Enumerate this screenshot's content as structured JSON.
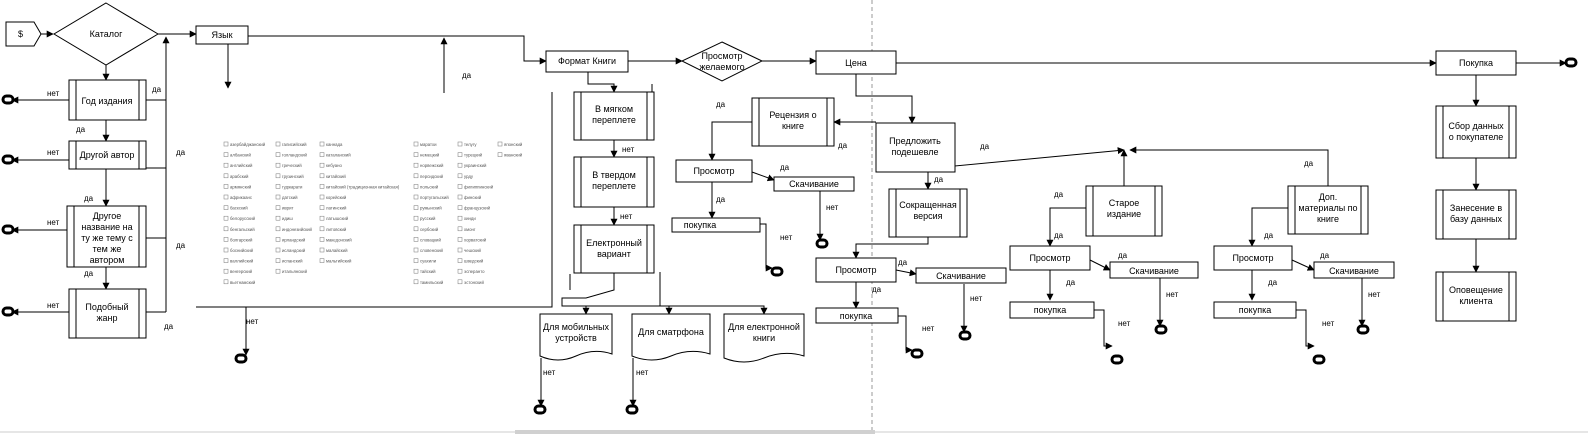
{
  "nodes": {
    "start": "$",
    "catalog": "Каталог",
    "year": "Год издания",
    "other_author": "Другой автор",
    "same_theme": [
      "Другое",
      "название на",
      "ту же тему с",
      "тем же",
      "автором"
    ],
    "similar_genre": [
      "Подобный",
      "жанр"
    ],
    "language": "Язык",
    "book_format": "Формат Книги",
    "view_wish": [
      "Просмотр",
      "желаемого"
    ],
    "price": "Цена",
    "purchase": "Покупка",
    "paperback": [
      "В мягком",
      "переплете"
    ],
    "hardcover": [
      "В твердом",
      "переплете"
    ],
    "electronic": [
      "Електронный",
      "вариант"
    ],
    "mobile": [
      "Для мобильных",
      "устройств"
    ],
    "smartphone": [
      "Для сматрфона"
    ],
    "ebook": [
      "Для електронной",
      "книги"
    ],
    "review": [
      "Рецензия о",
      "книге"
    ],
    "view": "Просмотр",
    "download": "Скачивание",
    "buy": "покупка",
    "suggest_cheaper": [
      "Предложить",
      "подешевле"
    ],
    "short_version": [
      "Сокращенная",
      "версия"
    ],
    "old_edition": [
      "Старое",
      "издание"
    ],
    "extra_materials": [
      "Доп.",
      "материалы по",
      "книге"
    ],
    "collect_data": [
      "Сбор данных",
      "о покупателе"
    ],
    "db_entry": [
      "Занесение в",
      "базу данных"
    ],
    "notify": [
      "Оповещение",
      "клиента"
    ]
  },
  "edge_labels": {
    "yes": "да",
    "no": "нет"
  },
  "languages": [
    [
      "азербайджанский",
      "албанский",
      "английский",
      "арабский",
      "армянский",
      "африкаанс",
      "баскский",
      "белорусский",
      "бенгальский",
      "болгарский",
      "боснийский",
      "валлийский",
      "венгерский",
      "вьетнамский"
    ],
    [
      "галисийский",
      "голландский",
      "греческий",
      "грузинский",
      "гуджарати",
      "датский",
      "иврит",
      "идиш",
      "индонезийский",
      "ирландский",
      "исландский",
      "испанский",
      "итальянский"
    ],
    [
      "каннада",
      "каталанский",
      "кебуано",
      "китайский",
      "китайский (традиционная китайская)",
      "корейский",
      "латинский",
      "латышский",
      "литовский",
      "македонский",
      "малайский",
      "мальтийский"
    ],
    [
      "маратхи",
      "немецкий",
      "норвежский",
      "персидский",
      "польский",
      "португальский",
      "румынский",
      "русский",
      "сербский",
      "словацкий",
      "словенский",
      "суахили",
      "тайский",
      "тамильский"
    ],
    [
      "телугу",
      "турецкий",
      "украинский",
      "урду",
      "филиппинский",
      "финский",
      "французский",
      "хинди",
      "хмонг",
      "хорватский",
      "чешский",
      "шведский",
      "эсперанто",
      "эстонский"
    ],
    [
      "японский",
      "яванский"
    ]
  ]
}
